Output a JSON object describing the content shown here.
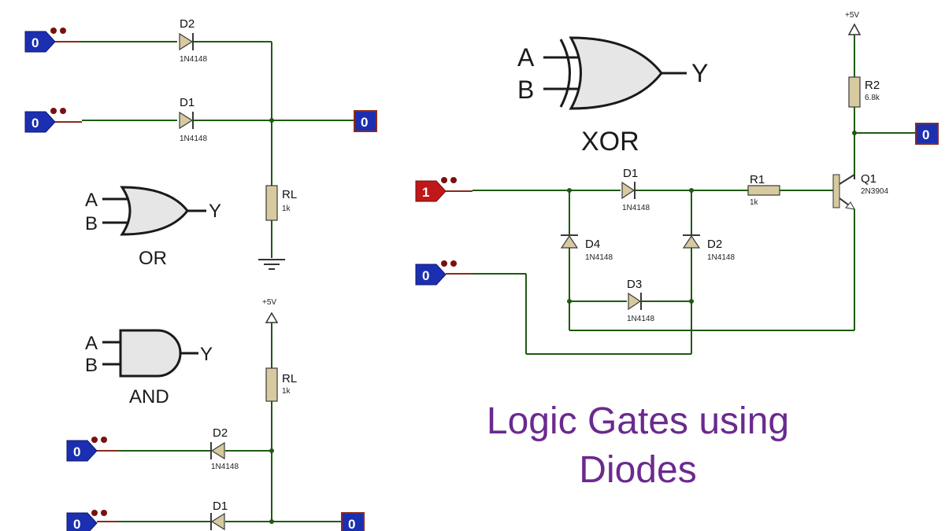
{
  "title_line1": "Logic Gates using",
  "title_line2": "Diodes",
  "colors": {
    "title": "#6b2a8e",
    "pin_blue": "#1c2fb0",
    "pin_red": "#c01818",
    "wire": "#1f5a14"
  },
  "or_circuit": {
    "pin_in_top": "0",
    "pin_in_bottom": "0",
    "pin_out": "0",
    "d_top": "D2",
    "d_top_part": "1N4148",
    "d_bottom": "D1",
    "d_bottom_part": "1N4148",
    "resistor": "RL",
    "resistor_value": "1k"
  },
  "or_gate": {
    "in_a": "A",
    "in_b": "B",
    "out": "Y",
    "name": "OR"
  },
  "and_gate": {
    "in_a": "A",
    "in_b": "B",
    "out": "Y",
    "name": "AND"
  },
  "and_circuit": {
    "supply": "+5V",
    "resistor": "RL",
    "resistor_value": "1k",
    "pin_in_top": "0",
    "pin_in_bottom": "0",
    "pin_out": "0",
    "d_top": "D2",
    "d_top_part": "1N4148",
    "d_bottom": "D1"
  },
  "xor_gate": {
    "in_a": "A",
    "in_b": "B",
    "out": "Y",
    "name": "XOR"
  },
  "xor_circuit": {
    "supply": "+5V",
    "r2": "R2",
    "r2_value": "6.8k",
    "pin_out": "0",
    "pin_in_a": "1",
    "pin_in_b": "0",
    "d1": "D1",
    "d1_part": "1N4148",
    "d2": "D2",
    "d2_part": "1N4148",
    "d3": "D3",
    "d3_part": "1N4148",
    "d4": "D4",
    "d4_part": "1N4148",
    "r1": "R1",
    "r1_value": "1k",
    "q1": "Q1",
    "q1_part": "2N3904"
  }
}
